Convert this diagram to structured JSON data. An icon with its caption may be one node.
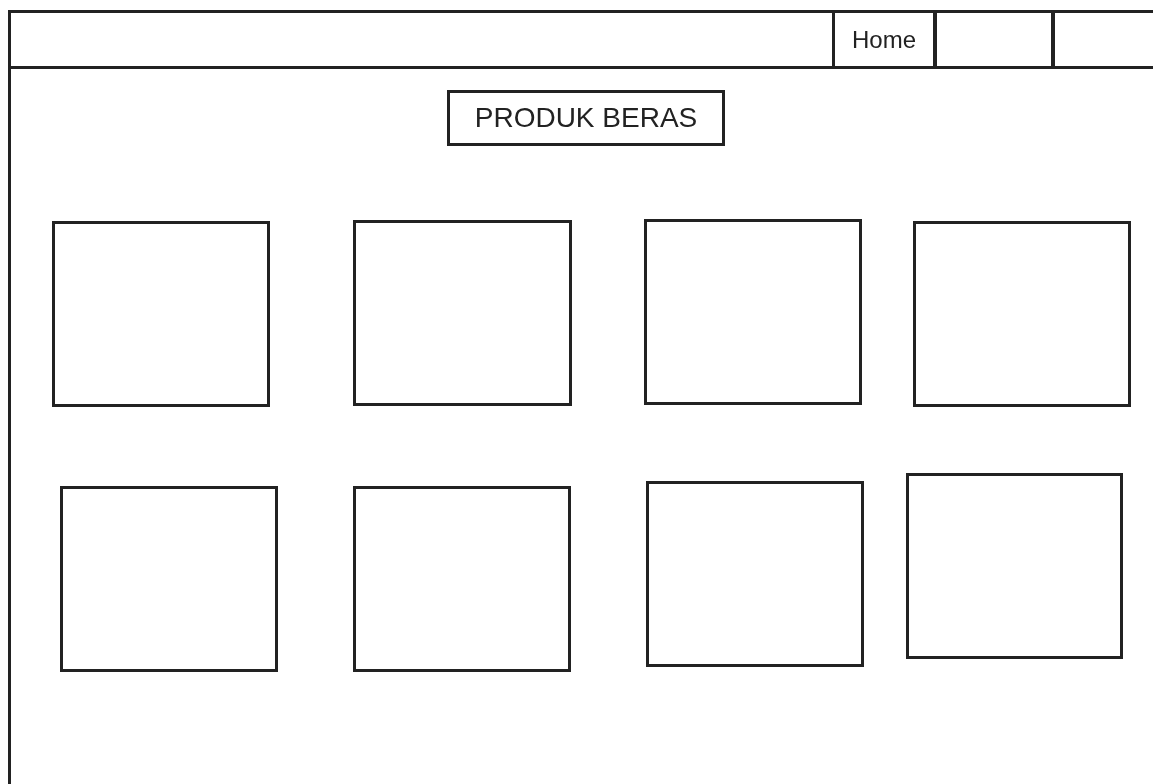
{
  "diagram": {
    "nodes": [
      {
        "text": [
          "Home"
        ]
      },
      {
        "text": [],
        "shape": "box"
      },
      {
        "text": [],
        "shape": "box"
      },
      {
        "text": [
          "PRODUK BERAS"
        ]
      },
      {
        "text": [],
        "shape": "box"
      },
      {
        "text": [],
        "shape": "box"
      },
      {
        "text": [],
        "shape": "box"
      },
      {
        "text": [],
        "shape": "box"
      },
      {
        "text": [],
        "shape": "box"
      },
      {
        "text": [],
        "shape": "box"
      },
      {
        "text": [],
        "shape": "box"
      },
      {
        "text": [],
        "shape": "box"
      }
    ]
  }
}
